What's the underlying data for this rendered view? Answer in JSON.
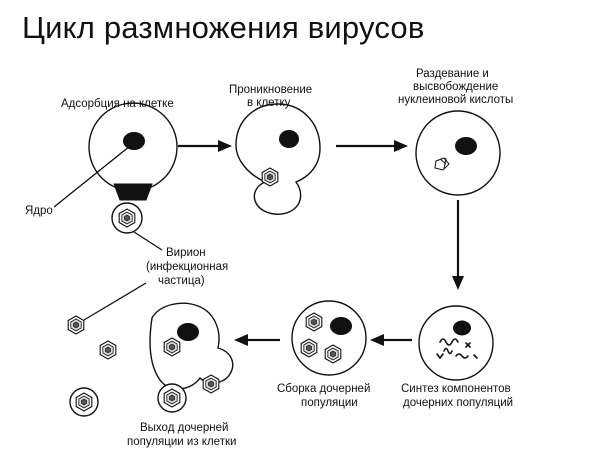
{
  "title": "Цикл размножения вирусов",
  "labels": {
    "adsorption": "Адсорбция на клетке",
    "penetration": [
      "Проникновение",
      "в клетку"
    ],
    "uncoating": [
      "Раздевание и",
      "высвобождение",
      "нуклеиновой кислоты"
    ],
    "nucleus": "Ядро",
    "virion": [
      "Вирион",
      "(инфекционная",
      "частица)"
    ],
    "synthesis": [
      "Синтез компонентов",
      "дочерних популяций"
    ],
    "assembly": [
      "Сборка дочерней",
      "популяции"
    ],
    "release": [
      "Выход дочерней",
      "популяции из клетки"
    ]
  },
  "colors": {
    "ink": "#111111",
    "background": "#ffffff"
  }
}
